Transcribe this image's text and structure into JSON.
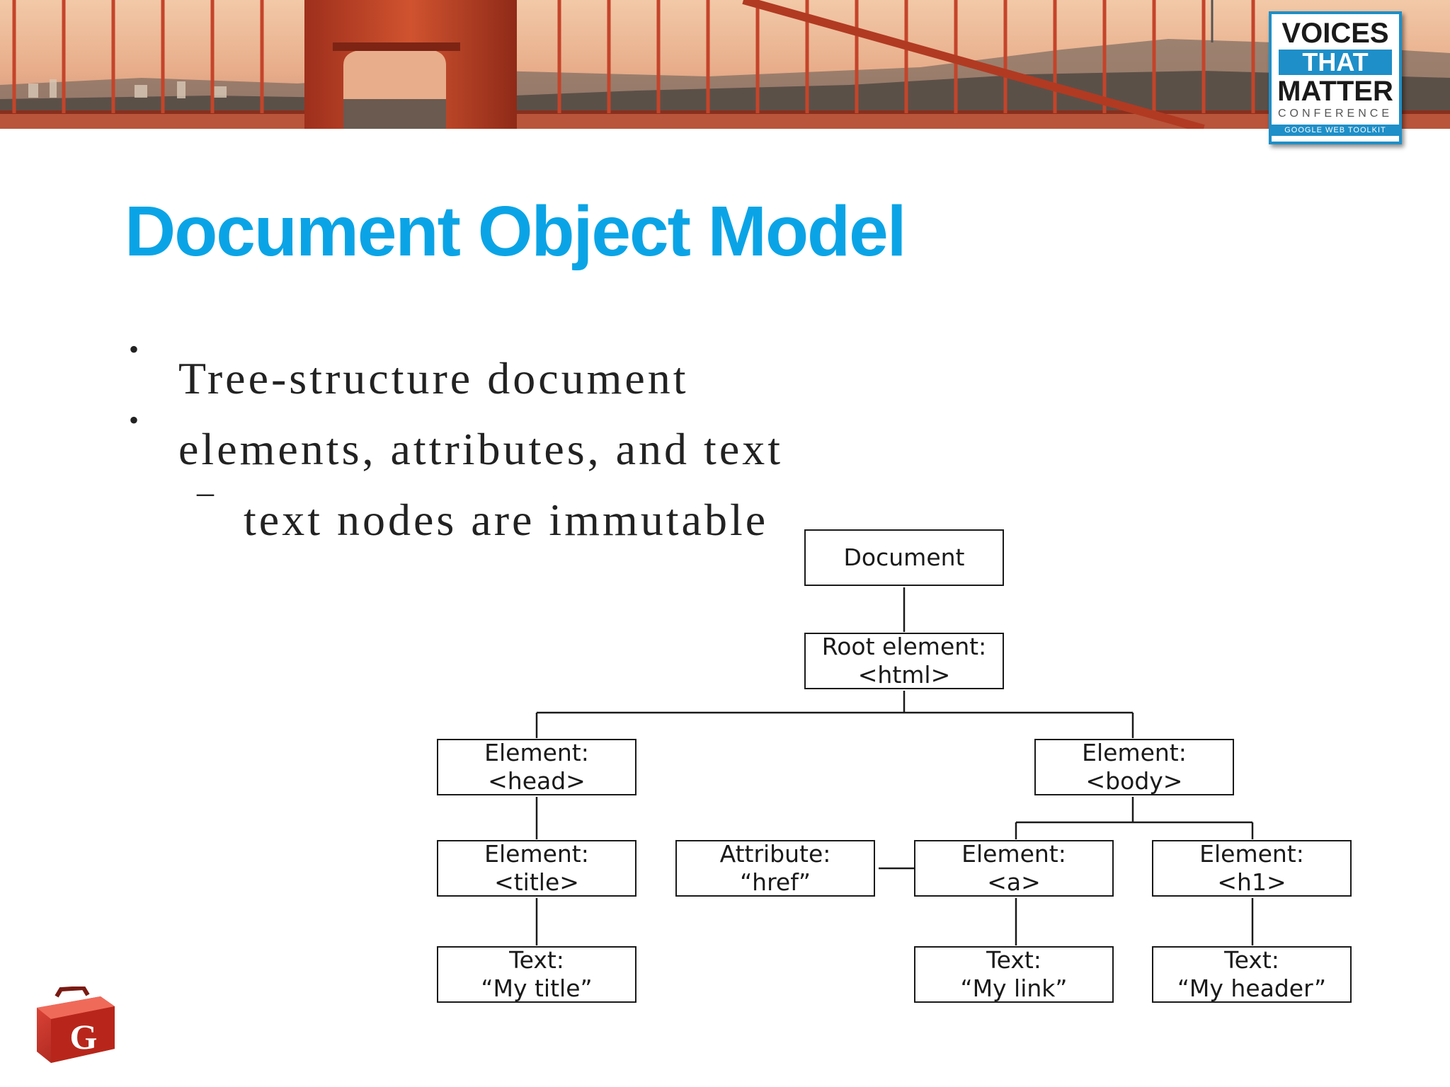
{
  "slide": {
    "title": "Document Object Model",
    "bullets": [
      {
        "text": "Tree-structure document"
      },
      {
        "text": "elements, attributes, and text"
      }
    ],
    "sub_bullets": [
      {
        "text": "text nodes are immutable"
      }
    ]
  },
  "logo": {
    "line1": "VOICES",
    "line2": "THAT",
    "line3": "MATTER",
    "line4": "CONFERENCE",
    "line5": "GOOGLE WEB TOOLKIT"
  },
  "gwt_logo": {
    "letter": "G"
  },
  "diagram": {
    "nodes": {
      "document": {
        "line1": "Document",
        "line2": ""
      },
      "root": {
        "line1": "Root element:",
        "line2": "<html>"
      },
      "head": {
        "line1": "Element:",
        "line2": "<head>"
      },
      "body": {
        "line1": "Element:",
        "line2": "<body>"
      },
      "title": {
        "line1": "Element:",
        "line2": "<title>"
      },
      "attr": {
        "line1": "Attribute:",
        "line2": "“href”"
      },
      "a": {
        "line1": "Element:",
        "line2": "<a>"
      },
      "h1": {
        "line1": "Element:",
        "line2": "<h1>"
      },
      "text_title": {
        "line1": "Text:",
        "line2": "“My title”"
      },
      "text_link": {
        "line1": "Text:",
        "line2": "“My link”"
      },
      "text_header": {
        "line1": "Text:",
        "line2": "“My header”"
      }
    }
  },
  "colors": {
    "title": "#0aa4e6",
    "logo_blue": "#1e8fc8",
    "bridge": "#c4442a"
  }
}
